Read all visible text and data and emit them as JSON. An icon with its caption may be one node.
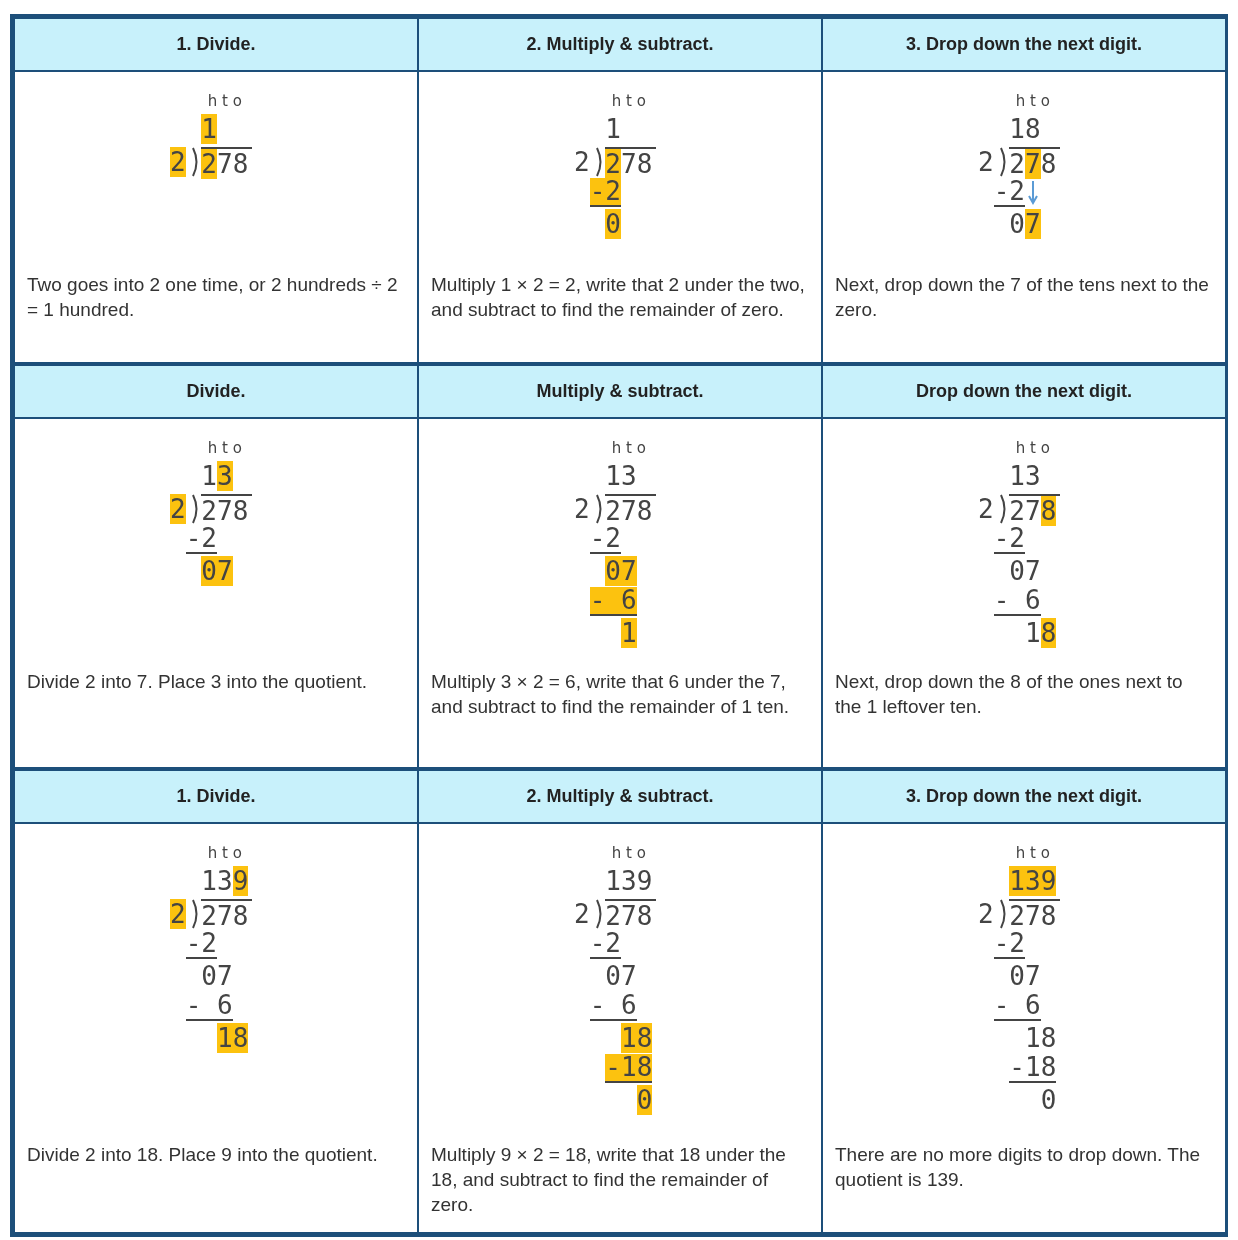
{
  "diagram": {
    "labels": [
      "1. Divide.",
      "2. Multiply & subtract.",
      "3. Drop down the next digit.",
      "h t o",
      "1",
      "2",
      "278",
      "Two goes into 2 one time, or 2 hundreds ÷ 2 = 1 hundred.",
      "h t o",
      "1",
      "2",
      "278",
      "-2",
      "0",
      "Multiply 1 × 2 = 2, write that 2 under the two, and subtract to find the remainder of zero.",
      "h t o",
      "18",
      "2",
      "278",
      "-2",
      "07",
      "Next, drop down the 7 of the tens next to the zero.",
      "Divide.",
      "Multiply & subtract.",
      "Drop down the next digit.",
      "h t o",
      "13",
      "2",
      "278",
      "-2",
      "07",
      "Divide 2 into 7. Place 3 into the quotient.",
      "h t o",
      "13",
      "2",
      "278",
      "-2",
      "07",
      "- 6",
      "1",
      "Multiply 3 × 2 = 6, write that 6 under the 7, and subtract to find the remainder of 1 ten.",
      "h t o",
      "13",
      "2",
      "278",
      "-2",
      "07",
      "- 6",
      "18",
      "Next, drop down the 8 of the ones next to the 1 leftover ten.",
      "1. Divide.",
      "2. Multiply & subtract.",
      "3. Drop down the next digit.",
      "h t o",
      "139",
      "2",
      "278",
      "-2",
      "07",
      "- 6",
      "18",
      "Divide 2 into 18. Place 9 into the quotient.",
      "h t o",
      "139",
      "2",
      "278",
      "-2",
      "07",
      "- 6",
      "18",
      "-18",
      "0",
      "Multiply 9 × 2 = 18, write that 18 under the 18, and subtract to find the remainder of zero.",
      "h t o",
      "139",
      "2",
      "278",
      "-2",
      "07",
      "- 6",
      "18",
      "-18",
      "0",
      "There are no more digits to drop down. The quotient is 139."
    ]
  }
}
